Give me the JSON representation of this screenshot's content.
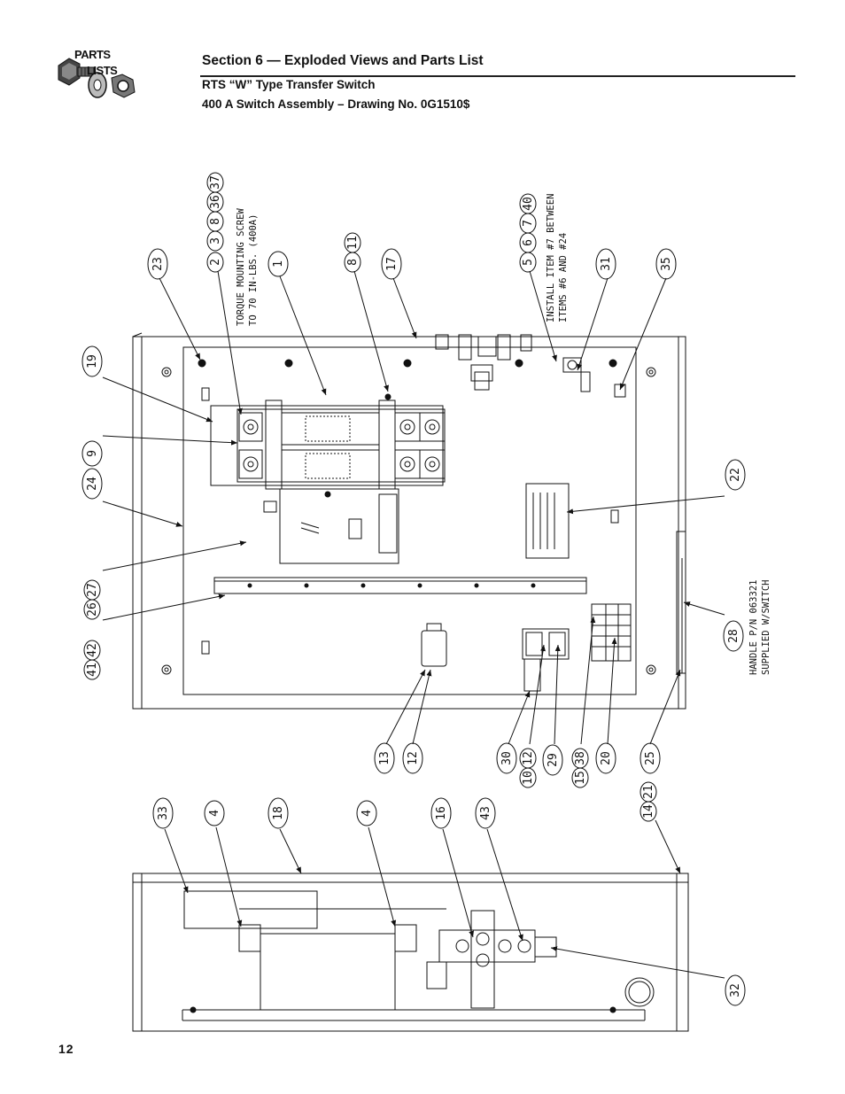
{
  "header": {
    "logo": {
      "line1": "PARTS",
      "line2": "LISTS"
    },
    "section_title": "Section 6 — Exploded Views and Parts List",
    "subtitle": "RTS “W” Type Transfer Switch",
    "drawing_title": "400 A Switch Assembly – Drawing No. 0G1510$"
  },
  "notes": {
    "torque_line1": "TORQUE MOUNTING SCREW",
    "torque_line2": "TO 70 IN-LBS. (400A)",
    "install_line1": "INSTALL ITEM #7 BETWEEN",
    "install_line2": "ITEMS #6 AND #24",
    "handle_line1": "HANDLE P/N 063321",
    "handle_line2": "SUPPLIED W/SWITCH"
  },
  "callouts": {
    "c23": "23",
    "c2_3_8_36_37": [
      "2",
      "3",
      "8",
      "36",
      "37"
    ],
    "c1": "1",
    "c8_11": [
      "8",
      "11"
    ],
    "c17": "17",
    "c5_6_7_40": [
      "5",
      "6",
      "7",
      "40"
    ],
    "c31": "31",
    "c35": "35",
    "c19": "19",
    "c9": "9",
    "c24": "24",
    "c26_27": [
      "26",
      "27"
    ],
    "c41_42": [
      "41",
      "42"
    ],
    "c22": "22",
    "c28": "28",
    "c13": "13",
    "c12a": "12",
    "c30": "30",
    "c12_10": [
      "12",
      "10"
    ],
    "c29": "29",
    "c15_38": [
      "15",
      "38"
    ],
    "c20": "20",
    "c25": "25",
    "c33": "33",
    "c4a": "4",
    "c18": "18",
    "c4b": "4",
    "c16": "16",
    "c43": "43",
    "c14_21": [
      "14",
      "21"
    ],
    "c32": "32"
  },
  "footer": {
    "page_number": "12"
  }
}
